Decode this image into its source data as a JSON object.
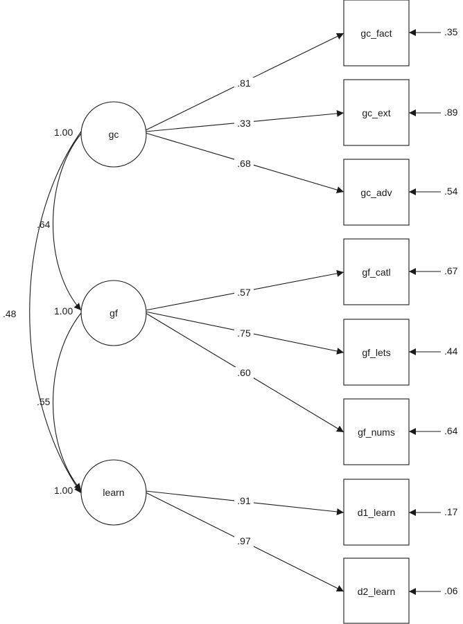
{
  "latent_factors": [
    {
      "id": "gc",
      "label": "gc",
      "variance": "1.00"
    },
    {
      "id": "gf",
      "label": "gf",
      "variance": "1.00"
    },
    {
      "id": "learn",
      "label": "learn",
      "variance": "1.00"
    }
  ],
  "indicators": [
    {
      "id": "gc_fact",
      "label": "gc_fact",
      "error": ".35"
    },
    {
      "id": "gc_ext",
      "label": "gc_ext",
      "error": ".89"
    },
    {
      "id": "gc_adv",
      "label": "gc_adv",
      "error": ".54"
    },
    {
      "id": "gf_catl",
      "label": "gf_catl",
      "error": ".67"
    },
    {
      "id": "gf_lets",
      "label": "gf_lets",
      "error": ".44"
    },
    {
      "id": "gf_nums",
      "label": "gf_nums",
      "error": ".64"
    },
    {
      "id": "d1_learn",
      "label": "d1_learn",
      "error": ".17"
    },
    {
      "id": "d2_learn",
      "label": "d2_learn",
      "error": ".06"
    }
  ],
  "loadings": [
    {
      "from": "gc",
      "to": "gc_fact",
      "value": ".81"
    },
    {
      "from": "gc",
      "to": "gc_ext",
      "value": ".33"
    },
    {
      "from": "gc",
      "to": "gc_adv",
      "value": ".68"
    },
    {
      "from": "gf",
      "to": "gf_catl",
      "value": ".57"
    },
    {
      "from": "gf",
      "to": "gf_lets",
      "value": ".75"
    },
    {
      "from": "gf",
      "to": "gf_nums",
      "value": ".60"
    },
    {
      "from": "learn",
      "to": "d1_learn",
      "value": ".91"
    },
    {
      "from": "learn",
      "to": "d2_learn",
      "value": ".97"
    }
  ],
  "correlations": [
    {
      "a": "gc",
      "b": "gf",
      "value": ".64"
    },
    {
      "a": "gf",
      "b": "learn",
      "value": ".55"
    },
    {
      "a": "gc",
      "b": "learn",
      "value": ".48"
    }
  ]
}
